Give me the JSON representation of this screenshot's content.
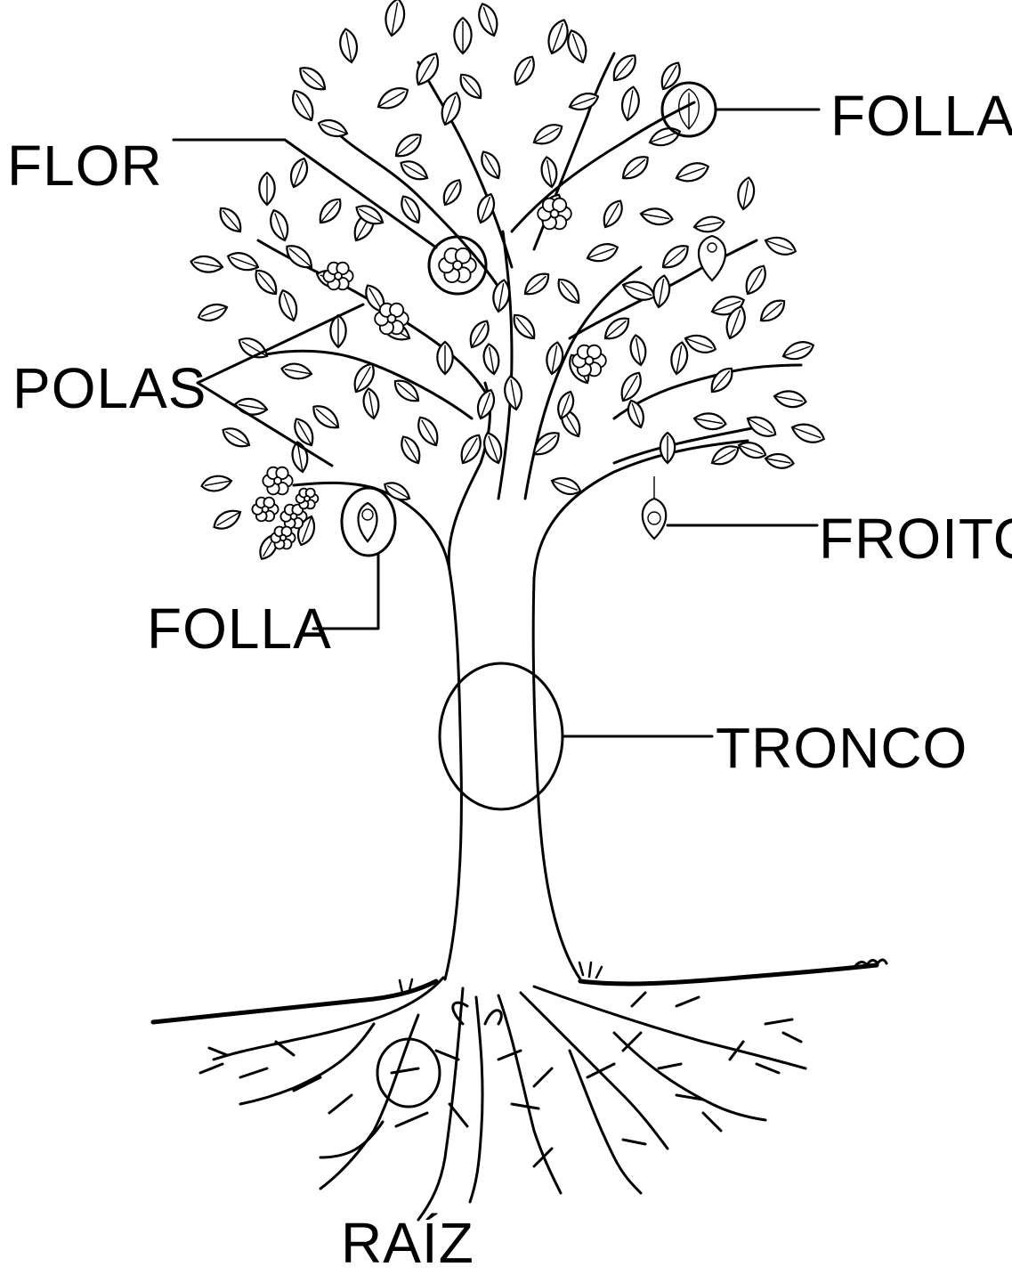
{
  "diagram": {
    "labels": {
      "folla_top": "FOLLA",
      "flor": "FLOR",
      "polas": "POLAS",
      "froito": "FROITO",
      "folla_left": "FOLLA",
      "tronco": "TRONCO",
      "raiz": "RAÍZ"
    }
  }
}
